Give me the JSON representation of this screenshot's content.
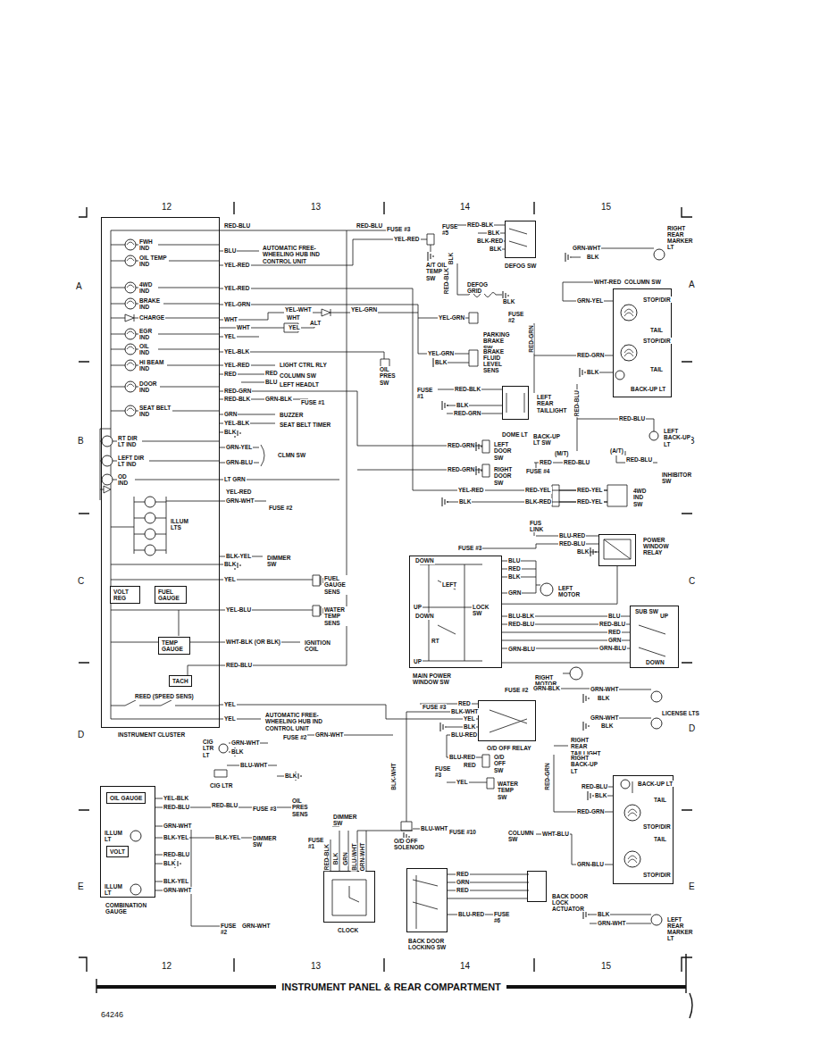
{
  "diagram": {
    "title": "INSTRUMENT PANEL & REAR COMPARTMENT",
    "nodes": [
      {
        "text": [
          "INSTRUMENT CLUSTER"
        ]
      },
      {
        "text": [
          "VOLT REG"
        ],
        "in": 0
      },
      {
        "text": [
          "FUEL GAUGE"
        ],
        "in": 0
      },
      {
        "text": [
          "TEMP GAUGE"
        ],
        "in": 0
      },
      {
        "text": [
          "TACH"
        ],
        "in": 0
      },
      {
        "text": [
          "DEFOG SW"
        ]
      },
      {
        "text": [
          "STOP/DIR",
          "TAIL",
          "STOP/DIR",
          "TAIL",
          "BACK-UP LT"
        ]
      },
      {
        "text": [
          "DOME LT"
        ]
      },
      {
        "text": [
          "POWER WINDOW RELAY"
        ]
      },
      {
        "text": [
          "MAIN POWER WINDOW SW"
        ]
      },
      {
        "text": [
          "SUB SW"
        ]
      },
      {
        "text": [
          "O/D OFF RELAY"
        ]
      },
      {
        "text": [
          "BACK-UP LT",
          "TAIL",
          "STOP/DIR",
          "TAIL",
          "STOP/DIR"
        ]
      },
      {
        "text": [
          "CLOCK"
        ]
      },
      {
        "text": [
          "COMBINATION GAUGE"
        ]
      },
      {
        "text": [
          "OIL GAUGE"
        ],
        "in": 14
      },
      {
        "text": [
          "VOLT"
        ],
        "in": 14
      },
      {
        "text": [
          "BACK DOOR LOCKING SW"
        ]
      },
      {
        "text": [
          "BACK DOOR LOCK ACTUATOR"
        ]
      }
    ],
    "edges": [
      {
        "from": 8,
        "to": 9,
        "arrow": "none"
      },
      {
        "from": 9,
        "to": 10,
        "arrow": "none"
      },
      {
        "from": 17,
        "to": 18,
        "arrow": "none"
      }
    ],
    "labels": [
      "12",
      "13",
      "14",
      "15",
      "A",
      "A",
      "B",
      "B",
      "C",
      "C",
      "D",
      "D",
      "E",
      "E",
      "12",
      "13",
      "14",
      "15",
      "64246",
      "FWH IND",
      "OIL TEMP IND",
      "4WD IND",
      "BRAKE IND",
      "CHARGE",
      "EGR IND",
      "OIL IND",
      "HI BEAM IND",
      "DOOR IND",
      "SEAT BELT IND",
      "RT DIR LT IND",
      "LEFT DIR LT IND",
      "OD IND",
      "ILLUM LTS",
      "REED (SPEED SENS)",
      "RED-BLU",
      "RED-BLU",
      "FUSE #3",
      "BLU",
      "AUTOMATIC FREE-WHEELING HUB IND CONTROL UNIT",
      "YEL-RED",
      "YEL-RED",
      "A/T OIL TEMP SW",
      "YEL-RED",
      "YEL-GRN",
      "WHT",
      "YEL-WHT",
      "YEL-GRN",
      "WHT",
      "ALT",
      "WHT",
      "YEL",
      "YEL",
      "YEL-BLK",
      "OIL PRES SW",
      "YEL-RED",
      "LIGHT CTRL RLY",
      "RED",
      "RED",
      "COLUMN SW",
      "BLU",
      "LEFT HEADLT",
      "RED-GRN",
      "RED-BLK",
      "GRN-BLK",
      "FUSE #1",
      "GRN",
      "BUZZER",
      "YEL-BLK",
      "SEAT BELT TIMER",
      "BLK",
      "GRN-YEL",
      "CLMN SW",
      "GRN-BLU",
      "LT GRN",
      "YEL-RED",
      "GRN-WHT",
      "FUSE #2",
      "BLK-YEL",
      "DIMMER SW",
      "BLK",
      "YEL",
      "FUEL GAUGE SENS",
      "YEL-BLU",
      "WATER TEMP SENS",
      "WHT-BLK (OR BLK)",
      "IGNITION COIL",
      "RED-BLU",
      "YEL",
      "YEL",
      "AUTOMATIC FREE-WHEELING HUB IND CONTROL UNIT",
      "FUSE #5",
      "RED-BLK",
      "BLK",
      "BLK-RED",
      "BLK",
      "BLK",
      "RED-BLK",
      "DEFOG GRID",
      "BLK",
      "FUSE #2",
      "RED-GRN",
      "YEL-GRN",
      "PARKING BRAKE SW",
      "YEL-GRN",
      "BLK",
      "BRAKE FLUID LEVEL SENS",
      "FUSE #1",
      "RED-BLK",
      "BLK",
      "RED-GRN",
      "LEFT REAR TAILLIGHT",
      "RED-GRN",
      "LEFT DOOR SW",
      "RED-GRN",
      "RIGHT DOOR SW",
      "YEL-RED",
      "RED-YEL",
      "RED-YEL",
      "4WD IND SW",
      "BLK",
      "BLK-RED",
      "RED-YEL",
      "RIGHT REAR MARKER LT",
      "GRN-WHT",
      "BLK",
      "WHT-RED",
      "COLUMN SW",
      "GRN-YEL",
      "RED-GRN",
      "BLK",
      "RED-BLU",
      "RED-BLU",
      "LEFT BACK-UP LT",
      "BACK-UP LT SW",
      "(M/T)",
      "(A/T)",
      "RED",
      "RED-BLU",
      "RED-BLU",
      "INHIBITOR SW",
      "FUSE #4",
      "FUS LINK",
      "BLU-RED",
      "RED-BLU",
      "FUSE #3",
      "BLK",
      "DOWN",
      "BLU",
      "RED",
      "BLK",
      "LEFT",
      "LEFT MOTOR",
      "GRN",
      "UP",
      "LOCK SW",
      "DOWN",
      "BLU-BLK",
      "RED-BLU",
      "RT",
      "GRN-BLU",
      "UP",
      "UP",
      "BLU",
      "RED-BLU",
      "RED",
      "GRN",
      "GRN-BLU",
      "DOWN",
      "RIGHT MOTOR",
      "FUSE #2",
      "GRN-BLK",
      "GRN-WHT",
      "BLK",
      "LICENSE LTS",
      "GRN-WHT",
      "BLK",
      "FUSE #3",
      "RED",
      "BLK-WHT",
      "YEL",
      "BLK",
      "BLU-RED",
      "BLU-RED",
      "RED",
      "O/D OFF SW",
      "FUSE #3",
      "YEL",
      "WATER TEMP SW",
      "BLK-WHT",
      "O/D OFF SOLENOID",
      "BLU-WHT",
      "FUSE #10",
      "RIGHT REAR TAILLIGHT",
      "RIGHT BACK-UP LT",
      "RED-GRN",
      "RED-BLU",
      "BLK",
      "RED-GRN",
      "COLUMN SW",
      "WHT-BLU",
      "GRN-BLU",
      "BLK",
      "GRN-WHT",
      "LEFT REAR MARKER LT",
      "RED",
      "GRN",
      "RED",
      "BLU-RED",
      "FUSE #6",
      "FUSE #2",
      "GRN-WHT",
      "CIG LTR LT",
      "GRN-WHT",
      "BLK",
      "BLU-WHT",
      "BLK",
      "CIG LTR",
      "YEL-BLK",
      "RED-BLU",
      "RED-BLU",
      "FUSE #3",
      "OIL PRES SENS",
      "GRN-WHT",
      "ILLUM LT",
      "BLK-YEL",
      "BLK-YEL",
      "DIMMER SW",
      "RED-BLU",
      "BLK",
      "BLK-YEL",
      "ILLUM LT",
      "GRN-WHT",
      "FUSE #2",
      "GRN-WHT",
      "DIMMER SW",
      "FUSE #1",
      "RED-BLK",
      "BLK",
      "GRN",
      "BLU-WHT",
      "GRN-WHT"
    ]
  }
}
